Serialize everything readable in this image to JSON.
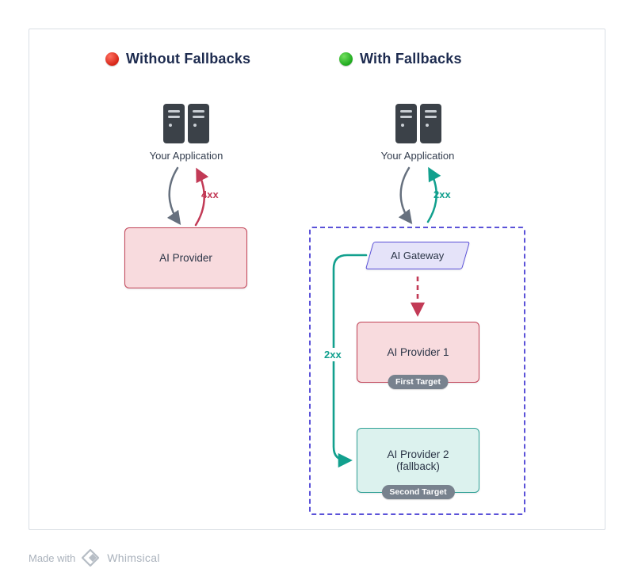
{
  "diagram": {
    "left": {
      "title": "Without Fallbacks",
      "app_label": "Your Application",
      "status_label": "4xx",
      "provider_label": "AI Provider"
    },
    "right": {
      "title": "With Fallbacks",
      "app_label": "Your Application",
      "status_label": "2xx",
      "gateway_label": "AI Gateway",
      "route_label": "2xx",
      "provider1_label": "AI Provider 1",
      "provider1_badge": "First Target",
      "provider2_label_line1": "AI Provider 2",
      "provider2_label_line2": "(fallback)",
      "provider2_badge": "Second Target"
    }
  },
  "footer": {
    "made_with": "Made with",
    "brand": "Whimsical"
  },
  "colors": {
    "error_red": "#c23a56",
    "success_teal": "#12a08e",
    "gateway_purple": "#5a50d8",
    "provider_pink_fill": "#f8dbde",
    "provider_pink_border": "#c24357",
    "fallback_teal_fill": "#dcf2ee",
    "fallback_teal_border": "#32a297",
    "badge_gray": "#78828e",
    "title_navy": "#1d2b4f"
  }
}
